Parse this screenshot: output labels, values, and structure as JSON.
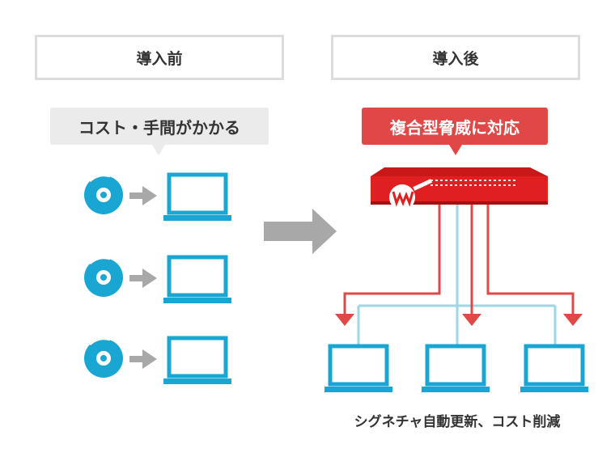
{
  "before": {
    "header": "導入前",
    "bubble": "コスト・手間がかかる"
  },
  "after": {
    "header": "導入後",
    "bubble": "複合型脅威に対応",
    "caption": "シグネチャ自動更新、コスト削減"
  },
  "colors": {
    "laptop": "#1aa6d3",
    "disc": "#1aa6d3",
    "arrow_gray": "#a8a8a8",
    "firewall_red": "#e02020",
    "red_line": "#e04848",
    "blue_line": "#9fd6e3",
    "bubble_gray": "#ebebeb",
    "bubble_red": "#e04848"
  },
  "icons": [
    "disc-icon",
    "laptop-icon",
    "firewall-appliance-icon",
    "arrow-right-icon"
  ]
}
